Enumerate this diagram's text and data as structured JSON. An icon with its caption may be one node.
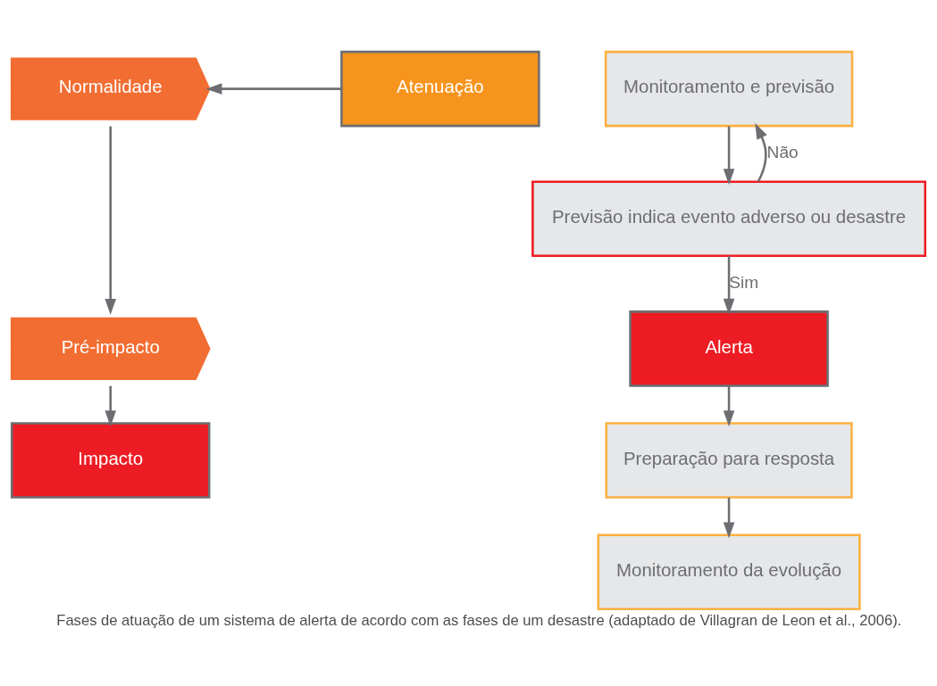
{
  "diagram": {
    "caption": "Fases de atuação de um sistema de alerta de acordo com as fases de um desastre (adaptado de Villagran de Leon et al., 2006).",
    "nodes": [
      {
        "text": [
          "Normalidade"
        ]
      },
      {
        "text": [
          "Pré-impacto"
        ]
      },
      {
        "text": [
          "Impacto"
        ]
      },
      {
        "text": [
          "Atenuação"
        ]
      },
      {
        "text": [
          "Monitoramento e previsão"
        ]
      },
      {
        "text": [
          "Previsão indica evento adverso ou desastre"
        ]
      },
      {
        "text": [
          "Alerta"
        ]
      },
      {
        "text": [
          "Preparação para resposta"
        ]
      },
      {
        "text": [
          "Monitoramento da evolução"
        ]
      }
    ],
    "edges": [
      {
        "from": 3,
        "to": 0,
        "arrow": "to"
      },
      {
        "from": 0,
        "to": 1,
        "arrow": "to"
      },
      {
        "from": 1,
        "to": 2,
        "arrow": "to"
      },
      {
        "from": 4,
        "to": 5,
        "arrow": "to"
      },
      {
        "from": 5,
        "to": 4,
        "arrow": "to",
        "label": "Não"
      },
      {
        "from": 5,
        "to": 6,
        "arrow": "to",
        "label": "Sim"
      },
      {
        "from": 6,
        "to": 7,
        "arrow": "to"
      },
      {
        "from": 7,
        "to": 8,
        "arrow": "to"
      }
    ]
  }
}
